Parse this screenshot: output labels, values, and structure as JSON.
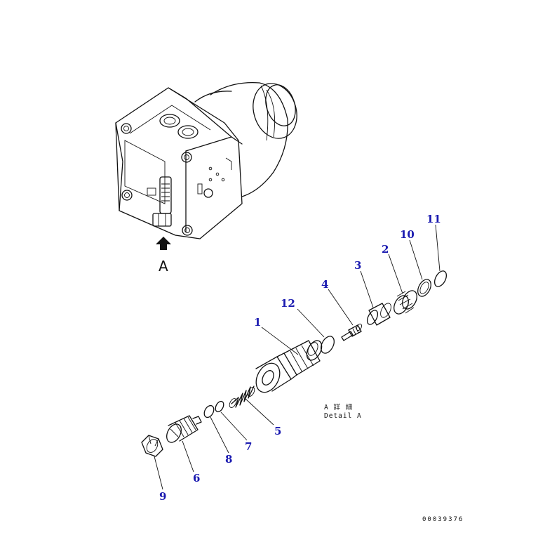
{
  "view_letter": "A",
  "detail_jp": "A 詳 細",
  "detail_en": "Detail A",
  "drawing_number": "00039376",
  "callouts": {
    "c1": "1",
    "c2": "2",
    "c3": "3",
    "c4": "4",
    "c5": "5",
    "c6": "6",
    "c7": "7",
    "c8": "8",
    "c9": "9",
    "c10": "10",
    "c11": "11",
    "c12": "12"
  },
  "colors": {
    "callout": "#1a1ab0",
    "line": "#111111"
  }
}
